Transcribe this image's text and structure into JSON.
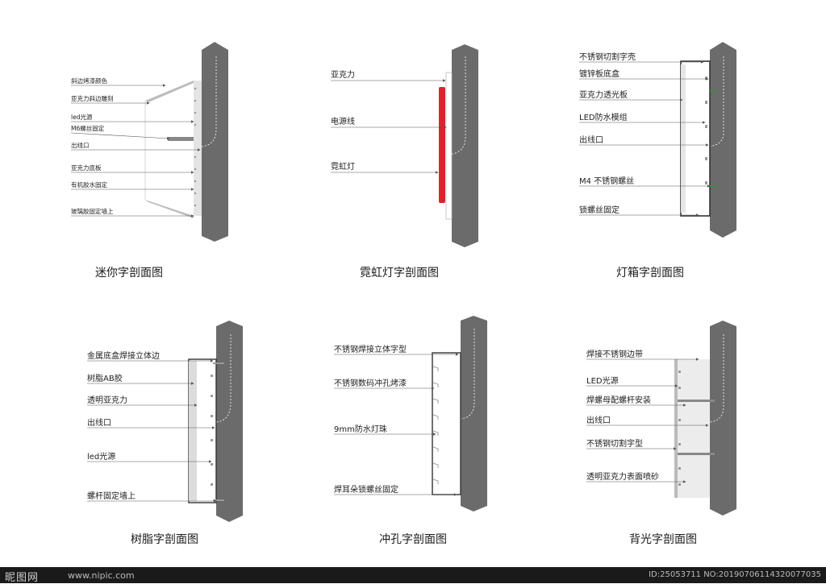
{
  "panels": [
    {
      "title": "迷你字剖面图",
      "labels": [
        "斜边烤漆颜色",
        "亚克力斜边雕刻",
        "led光源",
        "M6螺丝固定",
        "出线口",
        "亚克力底板",
        "有机胶水固定",
        "玻璃胶固定墙上"
      ]
    },
    {
      "title": "霓虹灯字剖面图",
      "labels": [
        "亚克力",
        "电源线",
        "霓虹灯"
      ]
    },
    {
      "title": "灯箱字剖面图",
      "labels": [
        "不锈钢切割字壳",
        "镀锌板底盒",
        "亚克力透光板",
        "LED防水模组",
        "出线口",
        "M4 不锈钢螺丝",
        "锁螺丝固定"
      ]
    },
    {
      "title": "树脂字剖面图",
      "labels": [
        "金属底盒焊接立体边",
        "树脂AB胶",
        "透明亚克力",
        "出线口",
        "led光源",
        "螺杆固定墙上"
      ]
    },
    {
      "title": "冲孔字剖面图",
      "labels": [
        "不锈钢焊接立体字型",
        "不锈钢数码冲孔烤漆",
        "9mm防水灯珠",
        "焊耳朵锁螺丝固定"
      ]
    },
    {
      "title": "背光字剖面图",
      "labels": [
        "焊接不锈钢边带",
        "LED光源",
        "焊螺母配螺杆安装",
        "出线口",
        "不锈钢切割字型",
        "透明亚克力表面喷砂"
      ]
    }
  ],
  "footer": {
    "logo": "昵图网",
    "url": "www.nipic.com",
    "id": "ID:25053711 NO:20190706114320077035"
  },
  "colors": {
    "wall": "#6b6b6b",
    "neon": "#d8262e",
    "acrylic": "#d9d9d9",
    "leader": "#555555"
  }
}
